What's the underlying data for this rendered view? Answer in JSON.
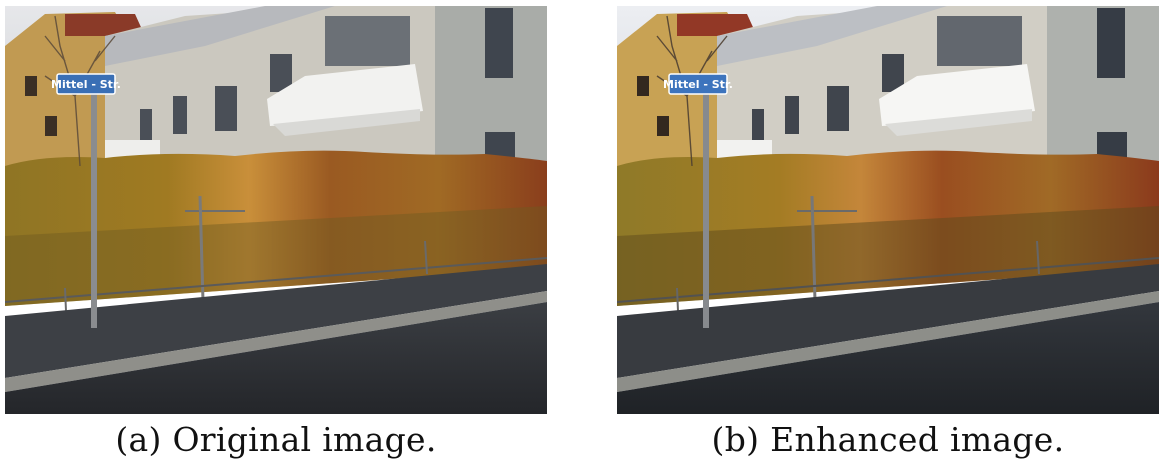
{
  "figure": {
    "panels": [
      {
        "caption": "(a) Original image.",
        "sign_text": "Mittel - Str."
      },
      {
        "caption": "(b) Enhanced image.",
        "sign_text": "Mittel - Str."
      }
    ],
    "colors": {
      "sky": "#d8dde3",
      "building": "#c9c7bf",
      "hedge": "#8a6a1e",
      "hedge_red": "#8d4a1e",
      "road": "#2e3136",
      "sidewalk": "#3d4045",
      "curb": "#8f8f8a",
      "sign": "#3a6fb5"
    }
  }
}
